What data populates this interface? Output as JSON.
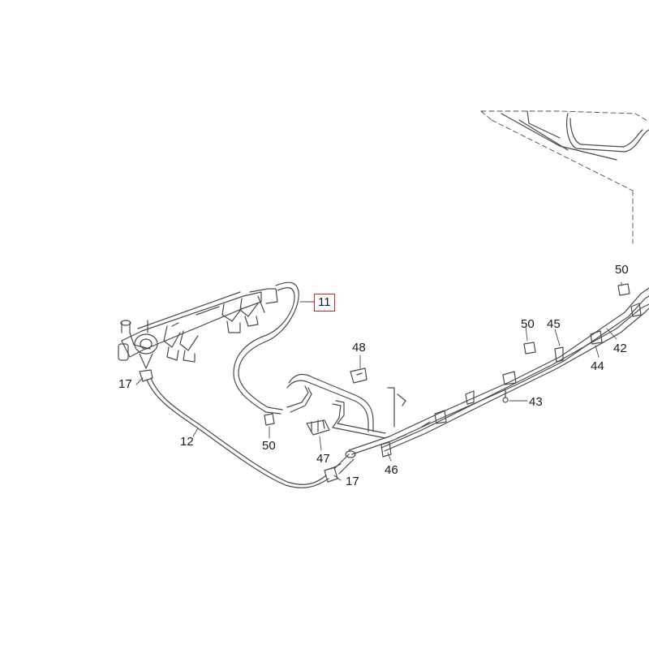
{
  "colors": {
    "line": "#4a4a4a",
    "highlight": "#d02020",
    "background": "#ffffff"
  },
  "callouts": {
    "p11": "11",
    "p12": "12",
    "p17a": "17",
    "p17b": "17",
    "p42": "42",
    "p43": "43",
    "p44": "44",
    "p45": "45",
    "p46": "46",
    "p47": "47",
    "p48": "48",
    "p50a": "50",
    "p50b": "50",
    "p50c": "50"
  },
  "highlighted_callout": "11"
}
